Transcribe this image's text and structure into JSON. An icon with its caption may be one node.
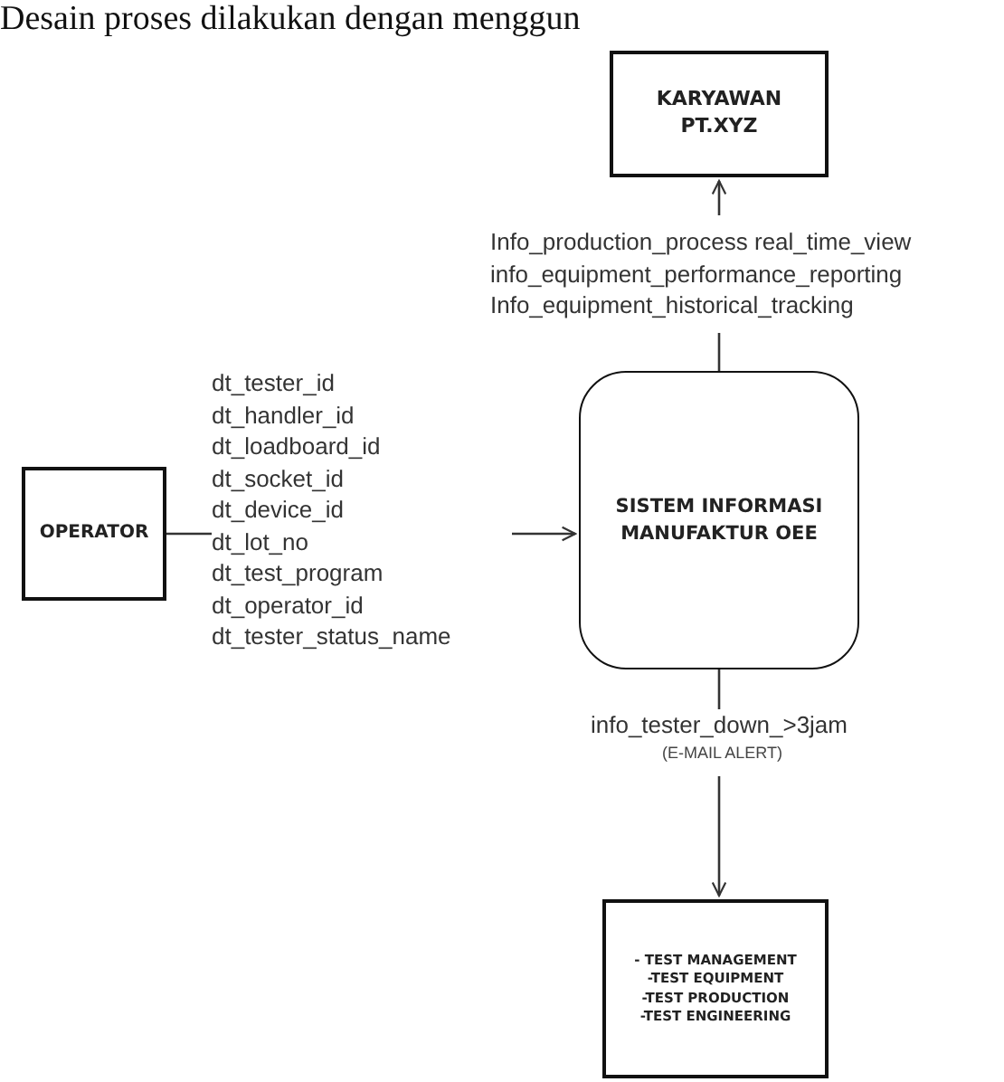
{
  "diagram": {
    "nodes": [
      {
        "text": [
          "KARYAWAN PT.XYZ"
        ]
      },
      {
        "text": [
          "SISTEM INFORMASI MANUFAKTUR OEE"
        ]
      },
      {
        "text": [
          "OPERATOR"
        ]
      },
      {
        "text": [
          "- TEST MANAGEMENT",
          "-TEST EQUIPMENT",
          "-TEST PRODUCTION",
          "-TEST ENGINEERING"
        ]
      }
    ],
    "edges": [
      {
        "from": 1,
        "to": 0,
        "arrow": "to",
        "label": "Info_production_process real_time_view info_equipment_performance_reporting Info_equipment_historical_tracking"
      },
      {
        "from": 2,
        "to": 1,
        "arrow": "to",
        "label": "dt_tester_id dt_handler_id dt_loadboard_id dt_socket_id dt_device_id dt_lot_no dt_test_program dt_operator_id dt_tester_status_name"
      },
      {
        "from": 1,
        "to": 3,
        "arrow": "to",
        "label": "info_tester_down_>3jam"
      }
    ],
    "labels": [
      "Desain proses dilakukan dengan menggun",
      "(E-MAIL ALERT)"
    ]
  }
}
